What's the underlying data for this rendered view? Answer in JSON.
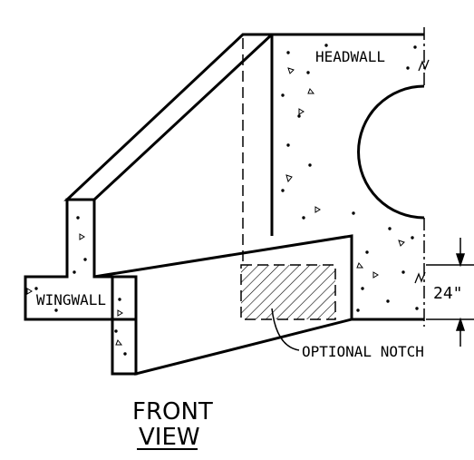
{
  "labels": {
    "headwall": "HEADWALL",
    "wingwall": "WINGWALL",
    "notch": "OPTIONAL NOTCH",
    "dimension": "24\""
  },
  "title": {
    "line1": "FRONT",
    "line2": "VIEW"
  },
  "colors": {
    "ink": "#000000",
    "paper": "#ffffff"
  }
}
